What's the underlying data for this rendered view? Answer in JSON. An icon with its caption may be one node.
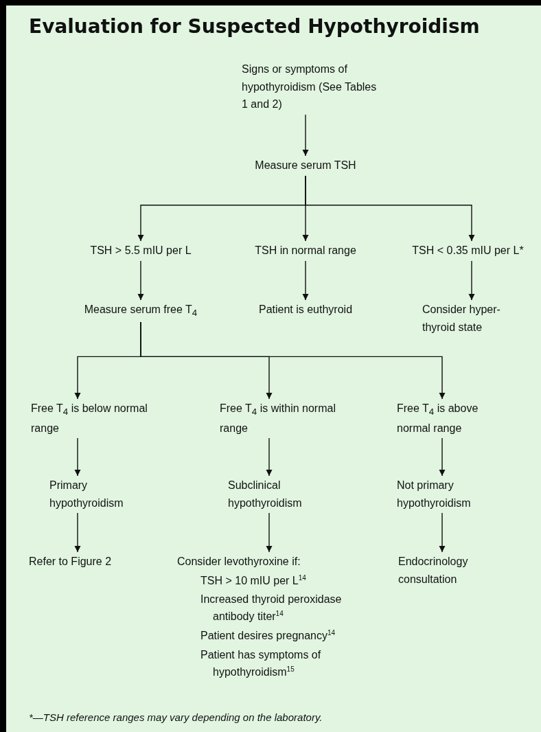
{
  "diagram": {
    "title": "Evaluation for Suspected Hypothyroidism",
    "nodes": [
      {
        "text": [
          "Signs or symptoms of hypothyroidism (See Tables 1 and 2)"
        ]
      },
      {
        "text": [
          "Measure serum TSH"
        ]
      },
      {
        "text": [
          "TSH > 5.5 mIU per L"
        ]
      },
      {
        "text": [
          "TSH in normal range"
        ]
      },
      {
        "text": [
          "TSH < 0.35 mIU per L*"
        ]
      },
      {
        "text": [
          "Measure serum free T$_{4}$"
        ]
      },
      {
        "text": [
          "Patient is euthyroid"
        ]
      },
      {
        "text": [
          "Consider hyper- thyroid state"
        ]
      },
      {
        "text": [
          "Free T$_{4}$ is below normal range"
        ]
      },
      {
        "text": [
          "Free T$_{4}$ is within normal range"
        ]
      },
      {
        "text": [
          "Free T$_{4}$ is above normal range"
        ]
      },
      {
        "text": [
          "Primary hypothyroidism"
        ]
      },
      {
        "text": [
          "Subclinical hypothyroidism"
        ]
      },
      {
        "text": [
          "Not primary hypothyroidism"
        ]
      },
      {
        "text": [
          "Refer to Figure 2"
        ]
      },
      {
        "text": [
          "Consider levothyroxine if:",
          "TSH > 10 mIU per L$^{14}$",
          "Increased thyroid peroxidase antibody titer$^{14}$",
          "Patient desires pregnancy$^{14}$",
          "Patient has symptoms of hypothyroidism$^{15}$"
        ]
      },
      {
        "text": [
          "Endocrinology consultation"
        ]
      }
    ],
    "edges": [
      {
        "from": 0,
        "to": 1,
        "arrow": "to"
      },
      {
        "from": 1,
        "to": 2,
        "arrow": "to"
      },
      {
        "from": 1,
        "to": 3,
        "arrow": "to"
      },
      {
        "from": 1,
        "to": 4,
        "arrow": "to"
      },
      {
        "from": 2,
        "to": 5,
        "arrow": "to"
      },
      {
        "from": 3,
        "to": 6,
        "arrow": "to"
      },
      {
        "from": 4,
        "to": 7,
        "arrow": "to"
      },
      {
        "from": 5,
        "to": 8,
        "arrow": "to"
      },
      {
        "from": 5,
        "to": 9,
        "arrow": "to"
      },
      {
        "from": 5,
        "to": 10,
        "arrow": "to"
      },
      {
        "from": 8,
        "to": 11,
        "arrow": "to"
      },
      {
        "from": 9,
        "to": 12,
        "arrow": "to"
      },
      {
        "from": 10,
        "to": 13,
        "arrow": "to"
      },
      {
        "from": 11,
        "to": 14,
        "arrow": "to"
      },
      {
        "from": 12,
        "to": 15,
        "arrow": "to"
      },
      {
        "from": 13,
        "to": 16,
        "arrow": "to"
      }
    ],
    "caption": "*—TSH reference ranges may vary depending on the laboratory."
  }
}
